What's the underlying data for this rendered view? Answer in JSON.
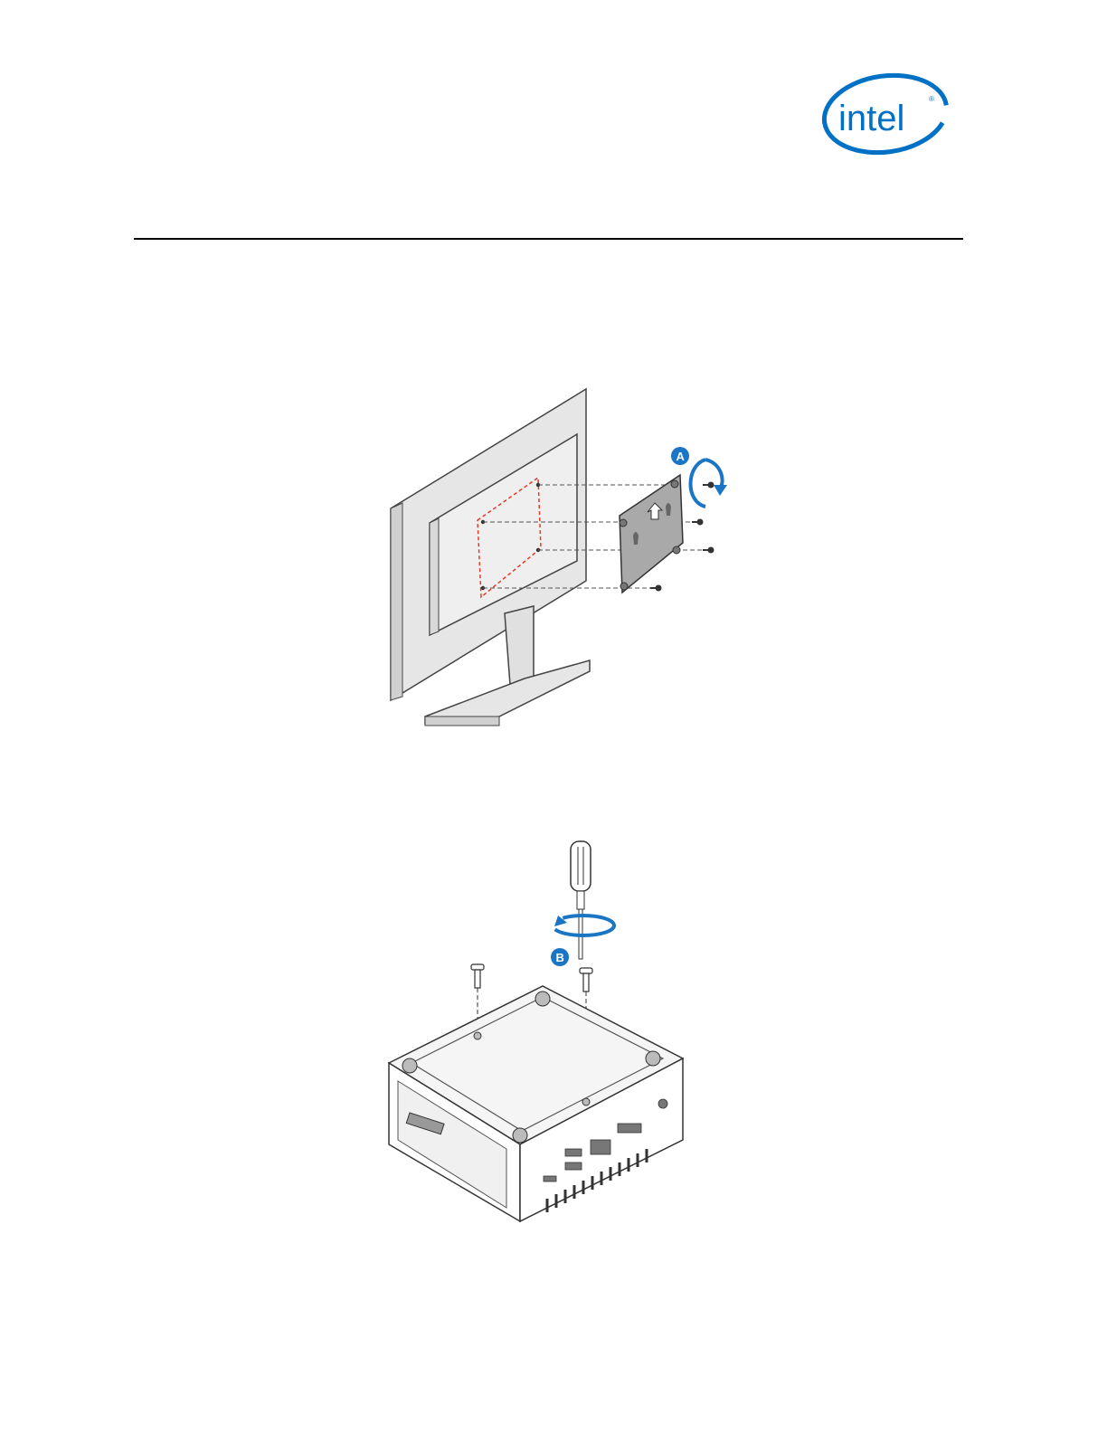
{
  "header": {
    "logo_text": "intel",
    "brand_color": "#0071c5"
  },
  "figures": [
    {
      "name": "monitor-mounting-bracket",
      "callout": "A"
    },
    {
      "name": "mini-pc-underside-screws",
      "callout": "B"
    }
  ],
  "colors": {
    "callout_blue": "#1a75c4",
    "outline_red": "#e03b24",
    "panel_gray": "#e6e6e6",
    "bracket_gray": "#a9a9a9"
  }
}
